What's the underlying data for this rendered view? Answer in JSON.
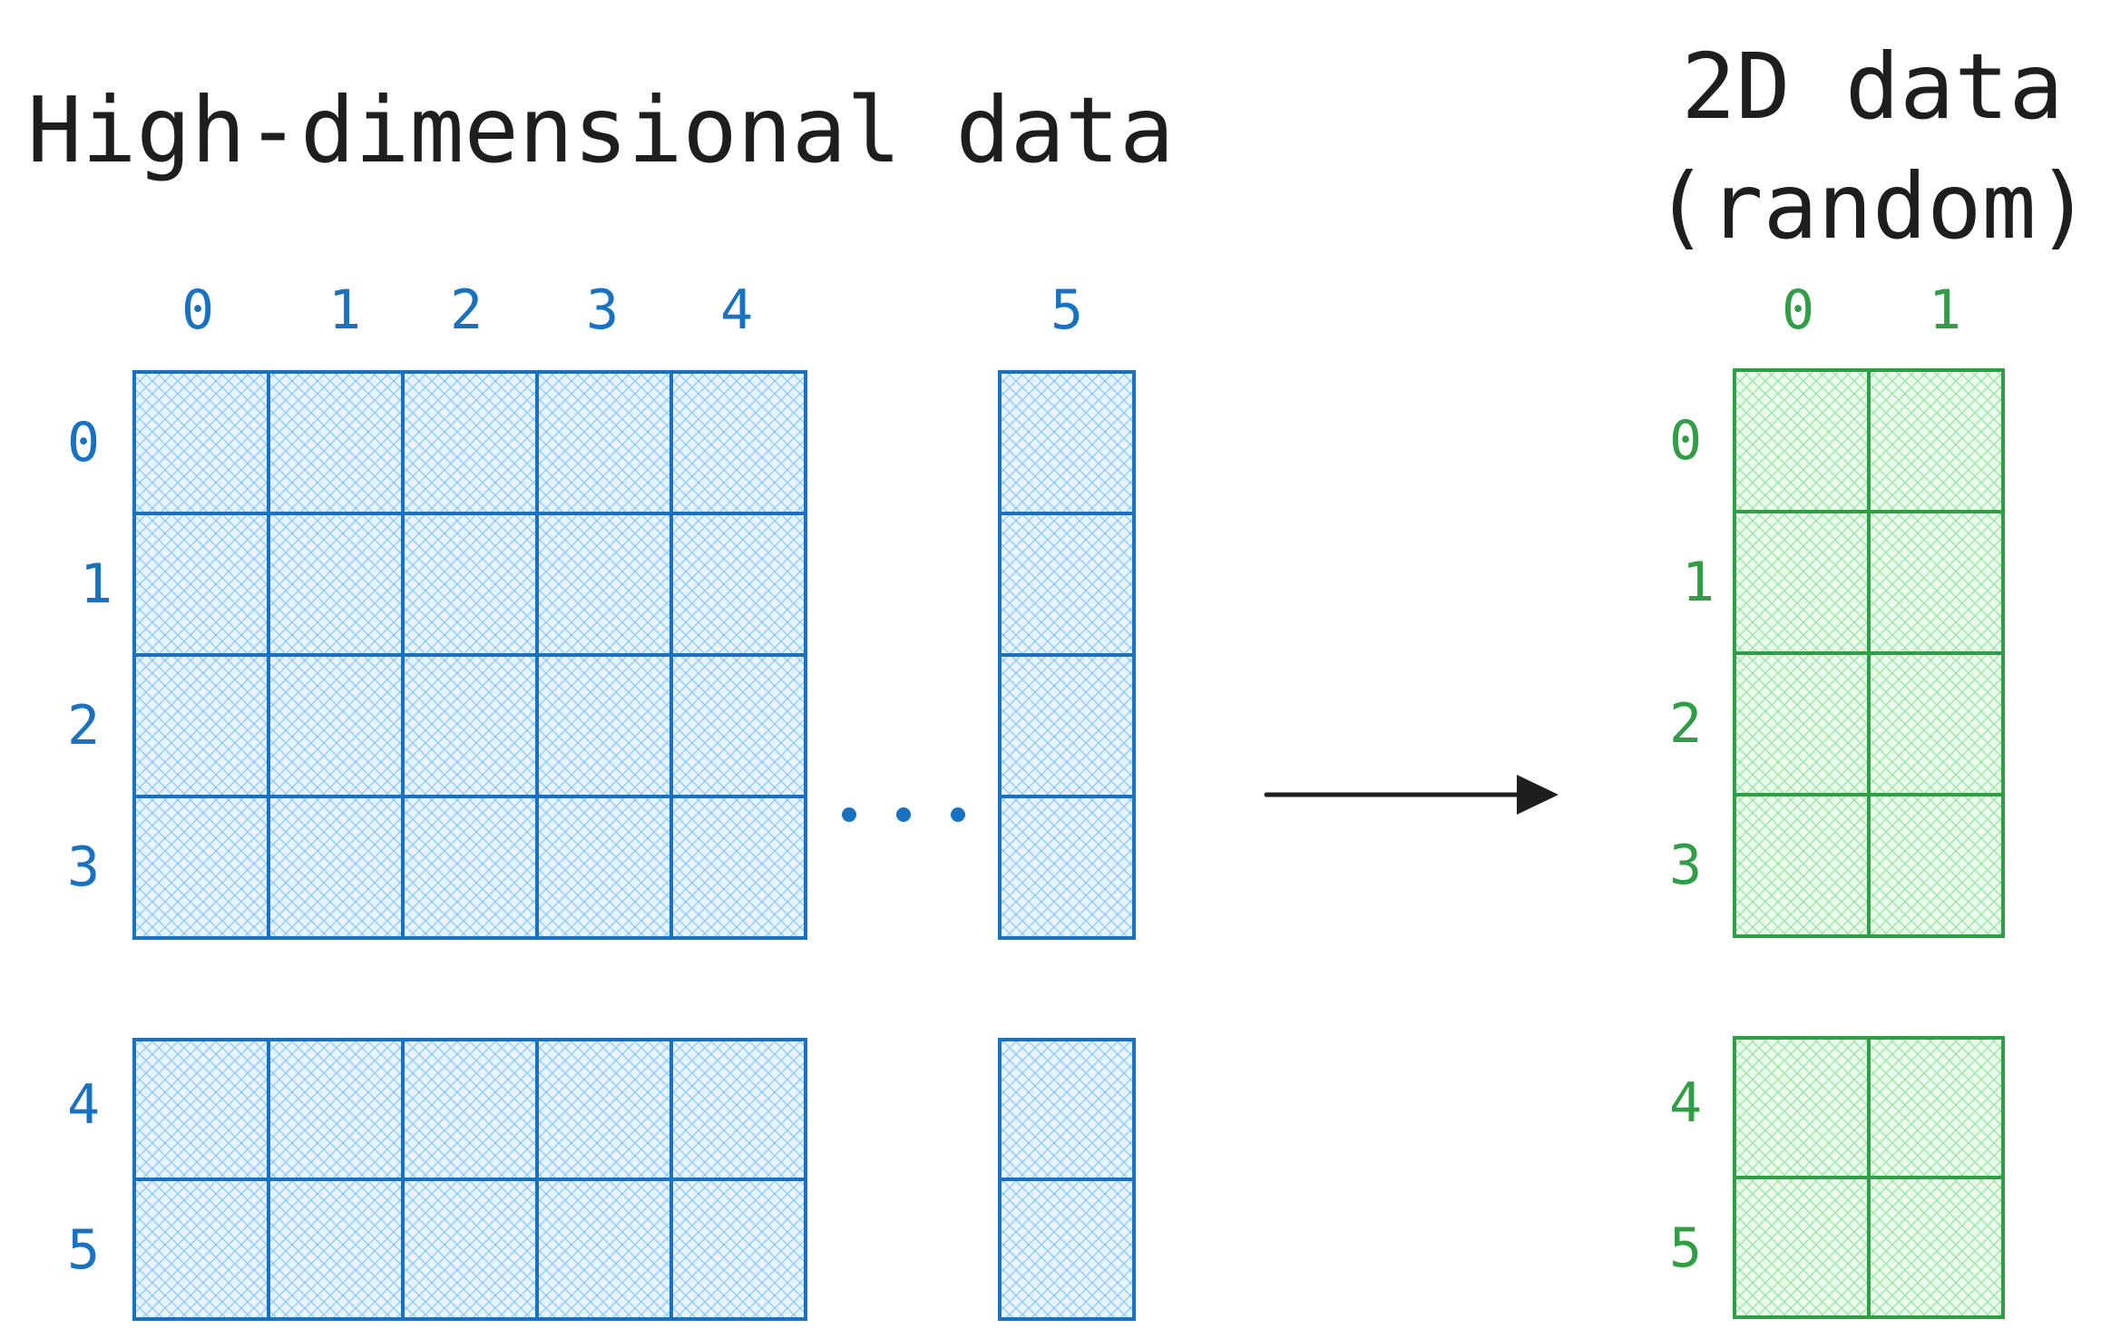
{
  "high_dim": {
    "title": "High-dimensional data",
    "column_labels": [
      "0",
      "1",
      "2",
      "3",
      "4",
      "5"
    ],
    "row_labels": [
      "0",
      "1",
      "2",
      "3",
      "4",
      "5"
    ],
    "ellipsis": "...",
    "color": "#1971c2",
    "fill_color": "#a5d8ff"
  },
  "low_dim": {
    "title_line1": "2D data",
    "title_line2": "(random)",
    "column_labels": [
      "0",
      "1"
    ],
    "row_labels": [
      "0",
      "1",
      "2",
      "3",
      "4",
      "5"
    ],
    "color": "#2f9e44",
    "fill_color": "#b2f2bb"
  },
  "arrow": {
    "color": "#1e1e1e"
  }
}
